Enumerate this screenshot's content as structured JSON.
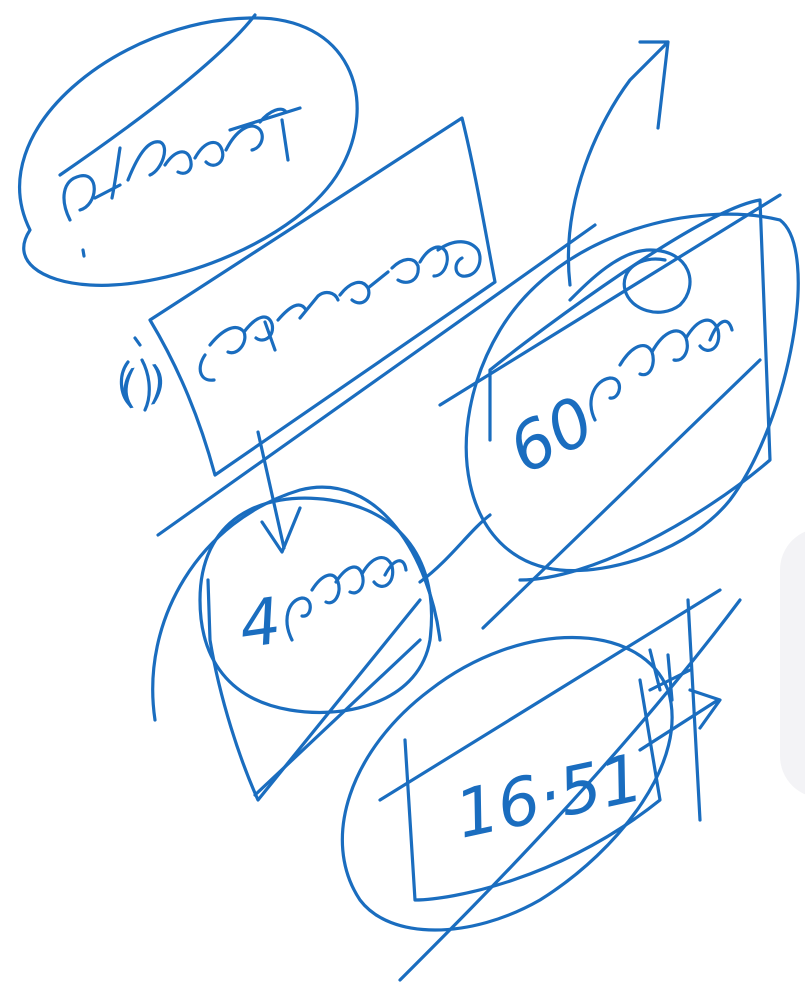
{
  "ink": {
    "color": "#1a6dbf",
    "background": "#ffffff",
    "panel_color": "#f3f3f6"
  },
  "nodes": {
    "top_oval": {
      "text": ""
    },
    "tilted_box": {
      "text": ""
    },
    "right_oval": {
      "text": "60"
    },
    "middle_circle": {
      "text": "4"
    },
    "bottom_oval": {
      "text": "16·51"
    }
  },
  "marks": {
    "parenthetical": "( )"
  }
}
